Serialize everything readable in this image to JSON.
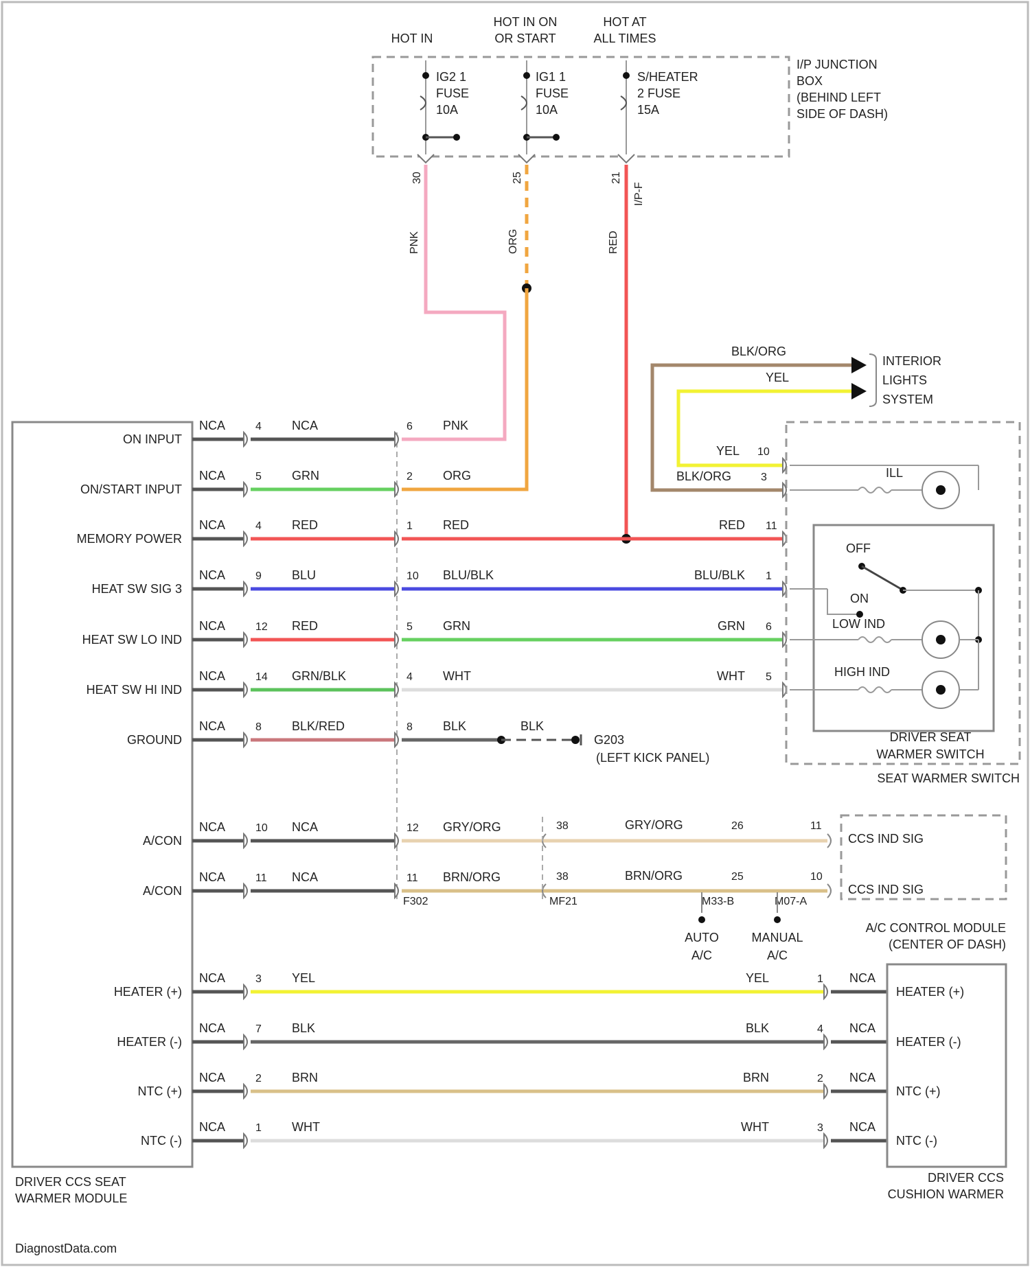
{
  "colors": {
    "PNK": "#f4a9c0",
    "ORG": "#f0a640",
    "RED": "#f25555",
    "BLU": "#4a4ae0",
    "GRN": "#66d060",
    "WHT": "#dddddd",
    "BLK": "#666666",
    "NCA": "#555555",
    "YEL": "#f2f233",
    "BRN": "#d9c089",
    "TAN": "#e8d2b0",
    "BLKORG": "#a3876b",
    "GRNBLK": "#5cc25c",
    "BLKRED": "#c9777b"
  },
  "power": {
    "hot_in_run": "HOT IN",
    "hot_in_on": "HOT IN ON\nOR START",
    "hot_at_all": "HOT AT\nALL TIMES",
    "fuse1": "IG2 1\nFUSE\n10A",
    "fuse2": "IG1 1\nFUSE\n10A",
    "fuse3": "S/HEATER\n2 FUSE\n15A",
    "junction_box": "I/P JUNCTION\nBOX\n(BEHIND LEFT\nSIDE OF DASH)",
    "pin1": "30",
    "pin2": "25",
    "pin3": "21",
    "conn3": "I/P-F",
    "w1": "PNK",
    "w2": "ORG",
    "w3": "RED"
  },
  "module": {
    "name": "DRIVER CCS SEAT\nWARMER MODULE",
    "rows": [
      {
        "label": "ON INPUT",
        "nca": "NCA",
        "pin": "4",
        "wire": "NCA",
        "color": "NCA"
      },
      {
        "label": "ON/START INPUT",
        "nca": "NCA",
        "pin": "5",
        "wire": "GRN",
        "color": "GRN"
      },
      {
        "label": "MEMORY POWER",
        "nca": "NCA",
        "pin": "4",
        "wire": "RED",
        "color": "RED"
      },
      {
        "label": "HEAT SW SIG 3",
        "nca": "NCA",
        "pin": "9",
        "wire": "BLU",
        "color": "BLU"
      },
      {
        "label": "HEAT SW LO IND",
        "nca": "NCA",
        "pin": "12",
        "wire": "RED",
        "color": "RED"
      },
      {
        "label": "HEAT SW HI IND",
        "nca": "NCA",
        "pin": "14",
        "wire": "GRN/BLK",
        "color": "GRNBLK"
      },
      {
        "label": "GROUND",
        "nca": "NCA",
        "pin": "8",
        "wire": "BLK/RED",
        "color": "BLKRED"
      },
      {
        "label": "A/CON",
        "nca": "NCA",
        "pin": "10",
        "wire": "NCA",
        "color": "NCA"
      },
      {
        "label": "A/CON",
        "nca": "NCA",
        "pin": "11",
        "wire": "NCA",
        "color": "NCA"
      },
      {
        "label": "HEATER (+)",
        "nca": "NCA",
        "pin": "3",
        "wire": "YEL",
        "color": "YEL"
      },
      {
        "label": "HEATER (-)",
        "nca": "NCA",
        "pin": "7",
        "wire": "BLK",
        "color": "BLK"
      },
      {
        "label": "NTC (+)",
        "nca": "NCA",
        "pin": "2",
        "wire": "BRN",
        "color": "BRN"
      },
      {
        "label": "NTC (-)",
        "nca": "NCA",
        "pin": "1",
        "wire": "WHT",
        "color": "WHT"
      }
    ]
  },
  "mid": [
    {
      "pin": "6",
      "wire": "PNK"
    },
    {
      "pin": "2",
      "wire": "ORG"
    },
    {
      "pin": "1",
      "wire": "RED"
    },
    {
      "pin": "10",
      "wire": "BLU/BLK"
    },
    {
      "pin": "5",
      "wire": "GRN"
    },
    {
      "pin": "4",
      "wire": "WHT"
    },
    {
      "pin": "8",
      "wire": "BLK"
    },
    {
      "pin": "12",
      "wire": "GRY/ORG"
    },
    {
      "pin": "11",
      "wire": "BRN/ORG"
    }
  ],
  "right_wires": [
    {
      "wire": "RED",
      "pin": "11"
    },
    {
      "wire": "BLU/BLK",
      "pin": "1"
    },
    {
      "wire": "GRN",
      "pin": "6"
    },
    {
      "wire": "WHT",
      "pin": "5"
    }
  ],
  "ground": {
    "wire": "BLK",
    "name": "G203",
    "loc": "(LEFT KICK PANEL)"
  },
  "interior": {
    "w1": "BLK/ORG",
    "w2": "YEL",
    "system": "INTERIOR\nLIGHTS\nSYSTEM",
    "w2b": "YEL",
    "pin2": "10",
    "w1b": "BLK/ORG",
    "pin1": "3",
    "ill": "ILL"
  },
  "switch": {
    "off": "OFF",
    "on": "ON",
    "lo": "LOW IND",
    "hi": "HIGH IND",
    "name": "DRIVER SEAT\nWARMER SWITCH",
    "group": "SEAT WARMER SWITCH"
  },
  "ac": {
    "pin_a1": "38",
    "pin_a2": "38",
    "w_a": "GRY/ORG",
    "w_b": "BRN/ORG",
    "pin_b1": "26",
    "pin_b2": "25",
    "pin_c1": "11",
    "pin_c2": "10",
    "sig1": "CCS IND SIG",
    "sig2": "CCS IND SIG",
    "conn1": "F302",
    "conn2": "MF21",
    "m1": "M33-B",
    "m2": "M07-A",
    "auto": "AUTO\nA/C",
    "manual": "MANUAL\nA/C",
    "name": "A/C CONTROL MODULE\n(CENTER OF DASH)"
  },
  "cushion": {
    "name": "DRIVER CCS\nCUSHION WARMER",
    "rows": [
      {
        "label": "HEATER (+)",
        "nca": "NCA",
        "pin": "1",
        "wire": "YEL"
      },
      {
        "label": "HEATER (-)",
        "nca": "NCA",
        "pin": "4",
        "wire": "BLK"
      },
      {
        "label": "NTC (+)",
        "nca": "NCA",
        "pin": "2",
        "wire": "BRN"
      },
      {
        "label": "NTC (-)",
        "nca": "NCA",
        "pin": "3",
        "wire": "WHT"
      }
    ]
  },
  "footer": "DiagnostData.com"
}
